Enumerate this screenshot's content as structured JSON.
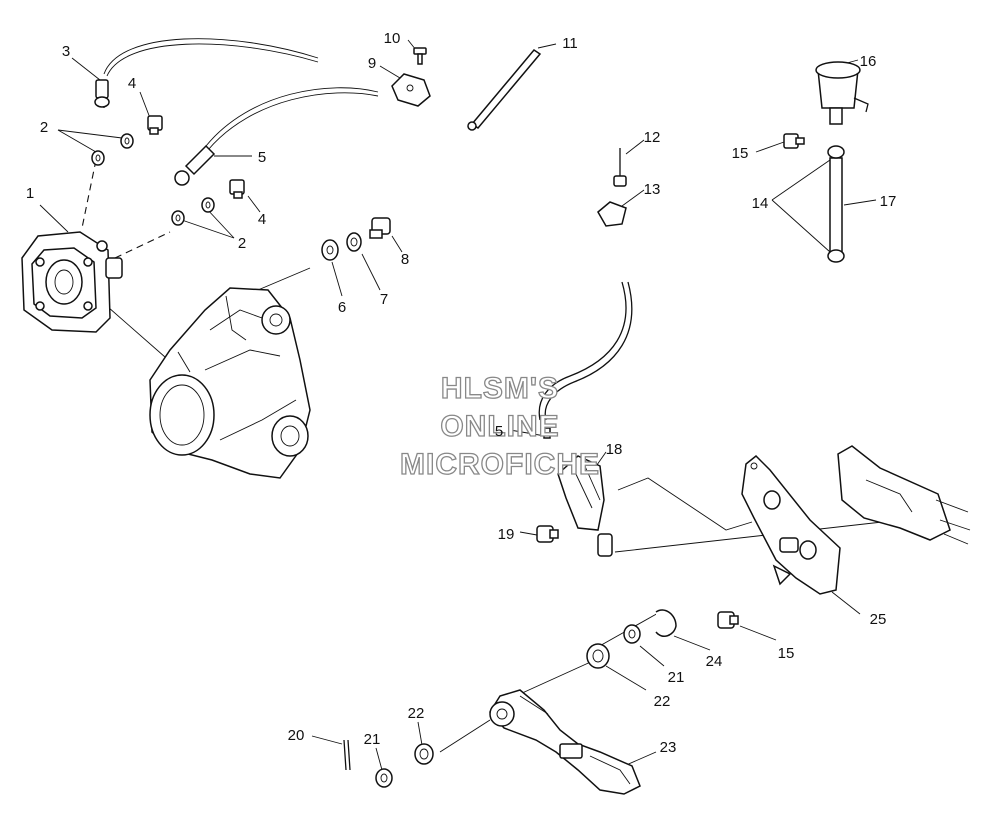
{
  "watermark": {
    "line1": "HLSM'S",
    "line2": "ONLINE",
    "line3": "MICROFICHE"
  },
  "callouts": {
    "c1": "1",
    "c2a": "2",
    "c2b": "2",
    "c3": "3",
    "c4a": "4",
    "c4b": "4",
    "c5a": "5",
    "c5b": "5",
    "c6": "6",
    "c7": "7",
    "c8": "8",
    "c9": "9",
    "c10": "10",
    "c11": "11",
    "c12": "12",
    "c13": "13",
    "c14": "14",
    "c15a": "15",
    "c15b": "15",
    "c16": "16",
    "c17": "17",
    "c18": "18",
    "c19": "19",
    "c20": "20",
    "c21a": "21",
    "c21b": "21",
    "c22a": "22",
    "c22b": "22",
    "c23": "23",
    "c24": "24",
    "c25": "25"
  }
}
